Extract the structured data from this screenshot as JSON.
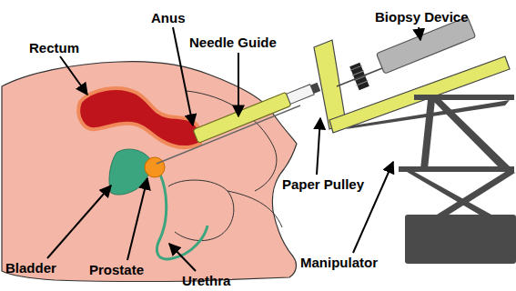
{
  "diagram": {
    "labels": [
      "Anus",
      "Biopsy Device",
      "Needle Guide",
      "Rectum",
      "Paper Pulley",
      "Manipulator",
      "Bladder",
      "Prostate",
      "Urethra"
    ]
  }
}
